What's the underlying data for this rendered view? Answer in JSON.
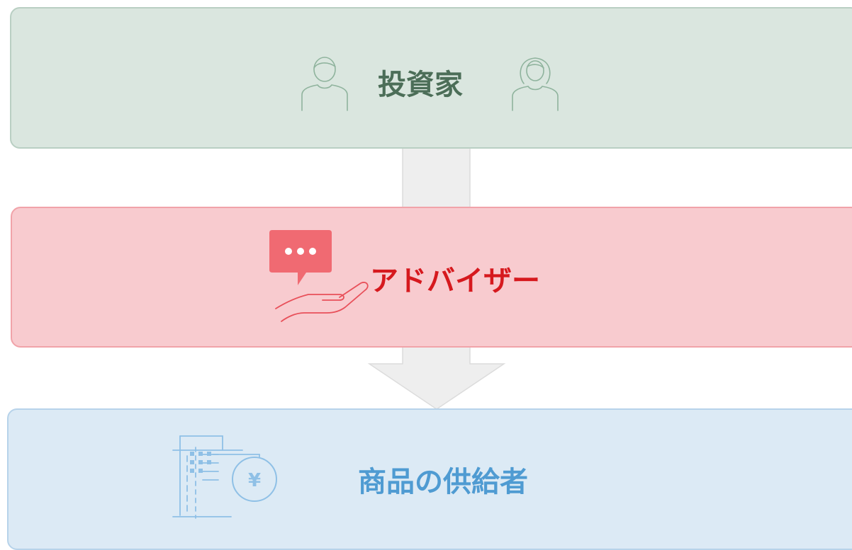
{
  "diagram": {
    "investor": {
      "label": "投資家",
      "icons": [
        "male-person-icon",
        "female-person-icon"
      ]
    },
    "advisor": {
      "label": "アドバイザー",
      "icons": [
        "speech-bubble-icon",
        "open-hand-icon"
      ]
    },
    "supplier": {
      "label": "商品の供給者",
      "icons": [
        "building-icon",
        "yen-coin-icon"
      ],
      "coin_text": "¥"
    },
    "flow": [
      "investor",
      "advisor",
      "supplier"
    ]
  },
  "colors": {
    "investor_fill": "#dae6df",
    "investor_text": "#4c6e58",
    "advisor_fill": "#f8cbcf",
    "advisor_text": "#d6191e",
    "supplier_fill": "#dceaf5",
    "supplier_text": "#4f9bd2",
    "arrow": "#eeeeee"
  }
}
